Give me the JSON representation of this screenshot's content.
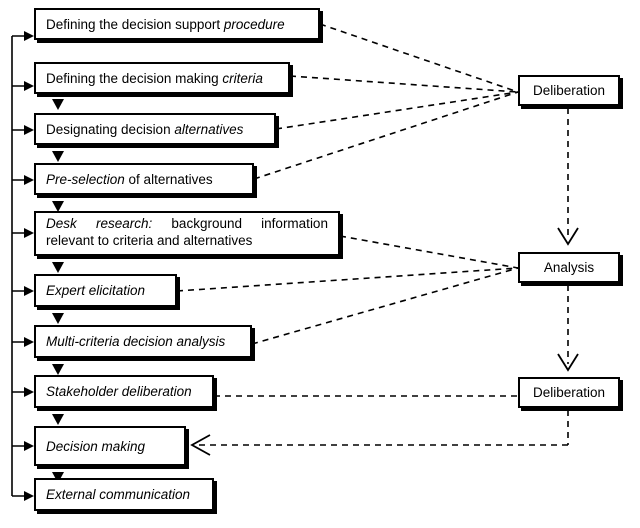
{
  "steps": [
    {
      "id": "s1",
      "parts": [
        {
          "t": "Defining the decision support ",
          "i": false
        },
        {
          "t": "procedure",
          "i": true
        }
      ]
    },
    {
      "id": "s2",
      "parts": [
        {
          "t": "Defining the decision making ",
          "i": false
        },
        {
          "t": "criteria",
          "i": true
        }
      ]
    },
    {
      "id": "s3",
      "parts": [
        {
          "t": "Designating decision ",
          "i": false
        },
        {
          "t": "alternatives",
          "i": true
        }
      ]
    },
    {
      "id": "s4",
      "parts": [
        {
          "t": "Pre-selection",
          "i": true
        },
        {
          "t": " of alternatives",
          "i": false
        }
      ]
    },
    {
      "id": "s5",
      "lines": [
        [
          "Desk",
          "research:",
          "background",
          "information"
        ],
        "relevant to criteria and alternatives"
      ]
    },
    {
      "id": "s6",
      "parts": [
        {
          "t": "Expert elicitation",
          "i": true
        }
      ]
    },
    {
      "id": "s7",
      "parts": [
        {
          "t": "Multi-criteria decision analysis",
          "i": true
        }
      ]
    },
    {
      "id": "s8",
      "parts": [
        {
          "t": "Stakeholder deliberation",
          "i": true
        }
      ]
    },
    {
      "id": "s9",
      "parts": [
        {
          "t": "Decision making",
          "i": true
        }
      ]
    },
    {
      "id": "s10",
      "parts": [
        {
          "t": "External communication",
          "i": true
        }
      ]
    }
  ],
  "phases": [
    {
      "id": "p1",
      "label": "Deliberation"
    },
    {
      "id": "p2",
      "label": "Analysis"
    },
    {
      "id": "p3",
      "label": "Deliberation"
    }
  ]
}
